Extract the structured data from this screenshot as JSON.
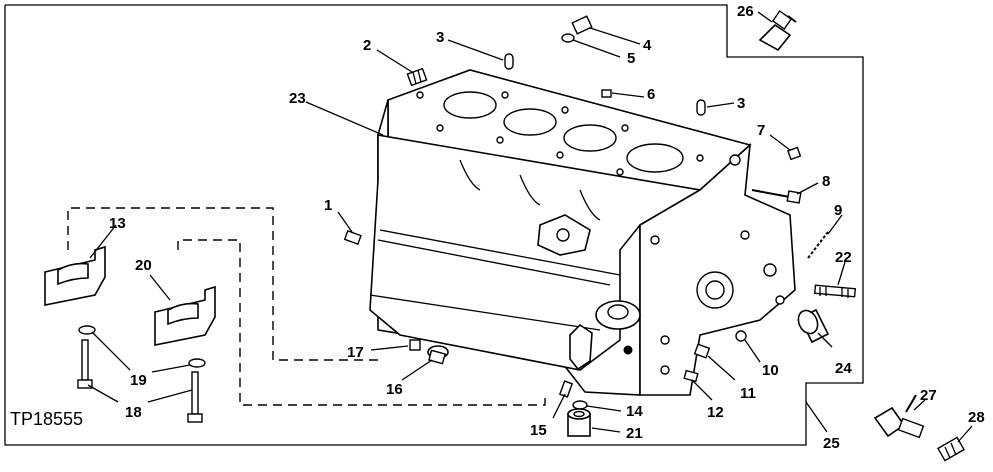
{
  "figure_id": "TP18555",
  "callouts": {
    "c1": "1",
    "c2": "2",
    "c3a": "3",
    "c3b": "3",
    "c4": "4",
    "c5": "5",
    "c6": "6",
    "c7": "7",
    "c8": "8",
    "c9": "9",
    "c10": "10",
    "c11": "11",
    "c12": "12",
    "c13": "13",
    "c14": "14",
    "c15": "15",
    "c16": "16",
    "c17": "17",
    "c18": "18",
    "c19": "19",
    "c20": "20",
    "c21": "21",
    "c22": "22",
    "c23": "23",
    "c24": "24",
    "c25": "25",
    "c26": "26",
    "c27": "27",
    "c28": "28"
  }
}
